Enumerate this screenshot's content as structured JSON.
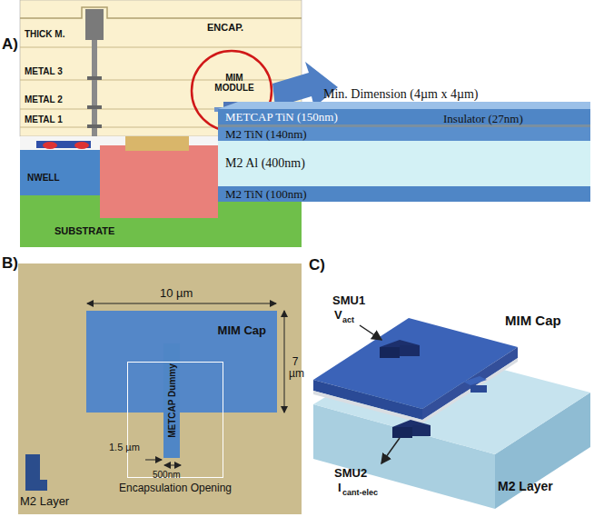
{
  "diagram": {
    "nodes": [
      {
        "text": [
          "METCAP TiN (150nm)"
        ]
      },
      {
        "text": [
          "M2 TiN (140nm)"
        ]
      },
      {
        "text": [
          "M2 Al (400nm)"
        ]
      },
      {
        "text": [
          "M2 TiN (100nm)"
        ]
      },
      {
        "text": [
          "MIM Cap"
        ]
      },
      {
        "text": [
          "METCAP Dummy"
        ]
      },
      {
        "text": [
          "Encapsulation Opening"
        ]
      }
    ],
    "labels": [
      "A)",
      "ENCAP.",
      "THICK M.",
      "METAL 3",
      "METAL 2",
      "METAL 1",
      "MIM MODULE",
      "NWELL",
      "SUBSTRATE",
      "Min. Dimension (4µm x 4µm)",
      "Insulator (27nm)",
      "B)",
      "10 µm",
      "7 µm",
      "1.5 µm",
      "500nm",
      "M2 Layer",
      "C)",
      "SMU1",
      "V",
      "act",
      "MIM Cap",
      "SMU2",
      "I",
      "cant-elec",
      "M2 Layer"
    ]
  }
}
